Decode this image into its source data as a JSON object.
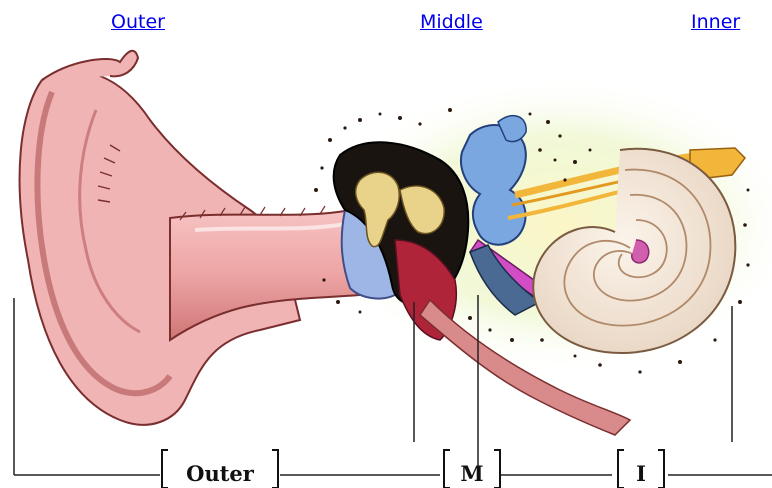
{
  "nav": {
    "outer_label": "Outer",
    "middle_label": "Middle",
    "inner_label": "Inner"
  },
  "diagram": {
    "labels": {
      "outer": "Outer",
      "middle": "M",
      "inner": "I"
    }
  },
  "colors": {
    "link": "#0000ee",
    "skin": "#e99a9a",
    "skin_dark": "#b04a4a",
    "ossicles": "#e9d38a",
    "cochlea": "#f3e8dc",
    "nerve": "#f2b63a",
    "canals_blue": "#7aa7e0",
    "eardrum_blue": "#9eb6e6",
    "magenta": "#d24cc6",
    "glow": "#fbf6c6"
  }
}
